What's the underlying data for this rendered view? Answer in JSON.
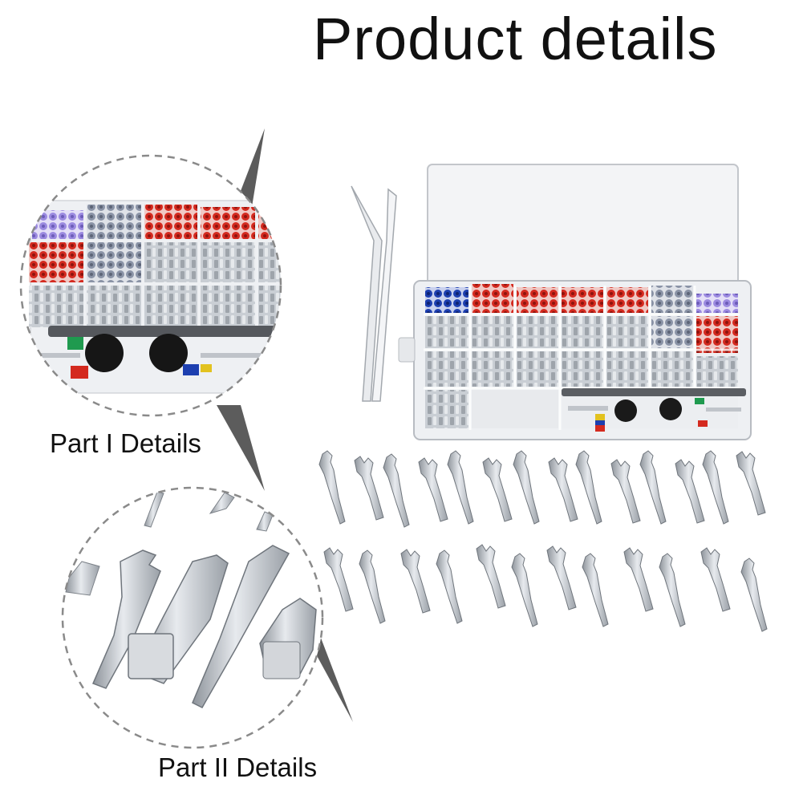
{
  "page": {
    "title": "Product details",
    "part1_label": "Part I Details",
    "part2_label": "Part II Details"
  },
  "colors": {
    "background": "#ffffff",
    "text": "#111111",
    "seal_red": "#d42a1f",
    "seal_blue": "#1d3fb0",
    "seal_purple": "#9b8ae0",
    "seal_gray": "#8a93a6",
    "metal": "#b9bec4"
  },
  "icons": [
    "tweezers-icon",
    "storage-box-icon",
    "terminal-pin-icon",
    "magnifier-circle-icon"
  ]
}
